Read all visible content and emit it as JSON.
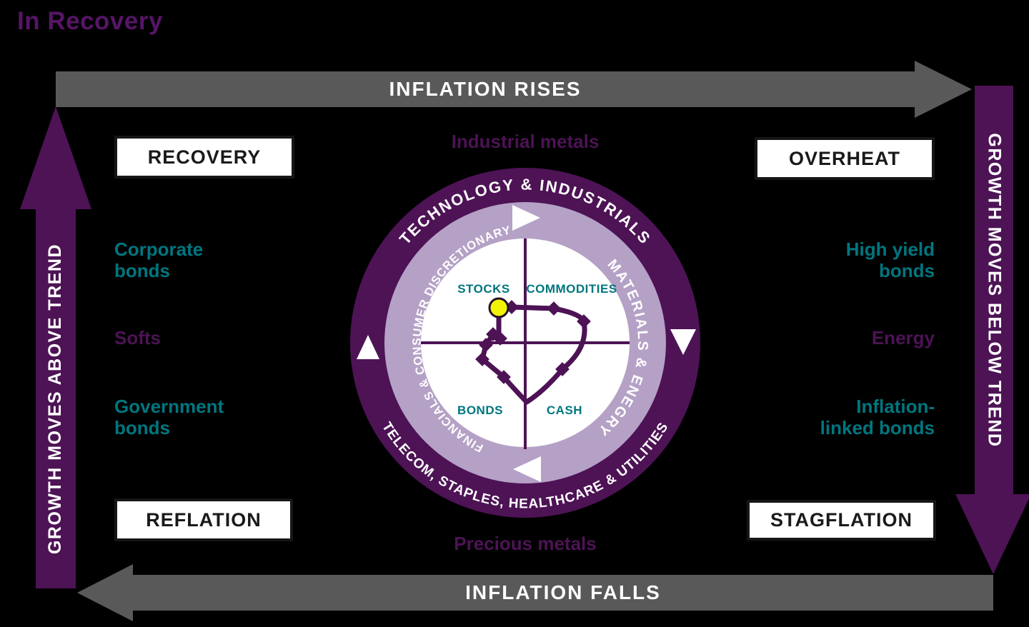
{
  "title": "In Recovery",
  "colors": {
    "background": "#000000",
    "purple": "#4d1355",
    "title_purple": "#571566",
    "light_purple": "#b5a1c6",
    "gray_arrow": "#595959",
    "teal": "#00767f",
    "yellow_marker": "#f2f207",
    "white": "#ffffff"
  },
  "axes": {
    "top": "INFLATION RISES",
    "bottom": "INFLATION FALLS",
    "left": "GROWTH MOVES ABOVE TREND",
    "right": "GROWTH MOVES BELOW TREND"
  },
  "phases": {
    "top_left": "RECOVERY",
    "top_right": "OVERHEAT",
    "bottom_left": "REFLATION",
    "bottom_right": "STAGFLATION"
  },
  "assets": {
    "left_top": "Corporate\nbonds",
    "left_mid": "Softs",
    "left_bottom": "Government\nbonds",
    "right_top": "High yield\nbonds",
    "right_mid": "Energy",
    "right_bottom": "Inflation-\nlinked bonds",
    "top_center": "Industrial metals",
    "bottom_center": "Precious metals"
  },
  "clock": {
    "outer_ring": {
      "top": "TECHNOLOGY & INDUSTRIALS",
      "bottom": "TELECOM, STAPLES, HEALTHCARE & UTILITIES"
    },
    "inner_ring": {
      "left": "FINANCIALS & CONSUMER DISCRETIONARY",
      "right": "MATERIALS & ENEGRY"
    },
    "quadrant_assets": {
      "top_left": "STOCKS",
      "top_right": "COMMODITIES",
      "bottom_left": "BONDS",
      "bottom_right": "CASH"
    },
    "rotation": "clockwise",
    "current_marker": "yellow dot in STOCKS quadrant (In Recovery)",
    "trajectory_points_rel": [
      [
        208,
        196
      ],
      [
        226,
        195
      ],
      [
        285,
        197
      ],
      [
        327,
        215
      ],
      [
        297,
        282
      ],
      [
        247,
        328
      ],
      [
        215,
        293
      ],
      [
        185,
        268
      ],
      [
        190,
        248
      ],
      [
        200,
        233
      ],
      [
        208,
        230
      ]
    ]
  }
}
